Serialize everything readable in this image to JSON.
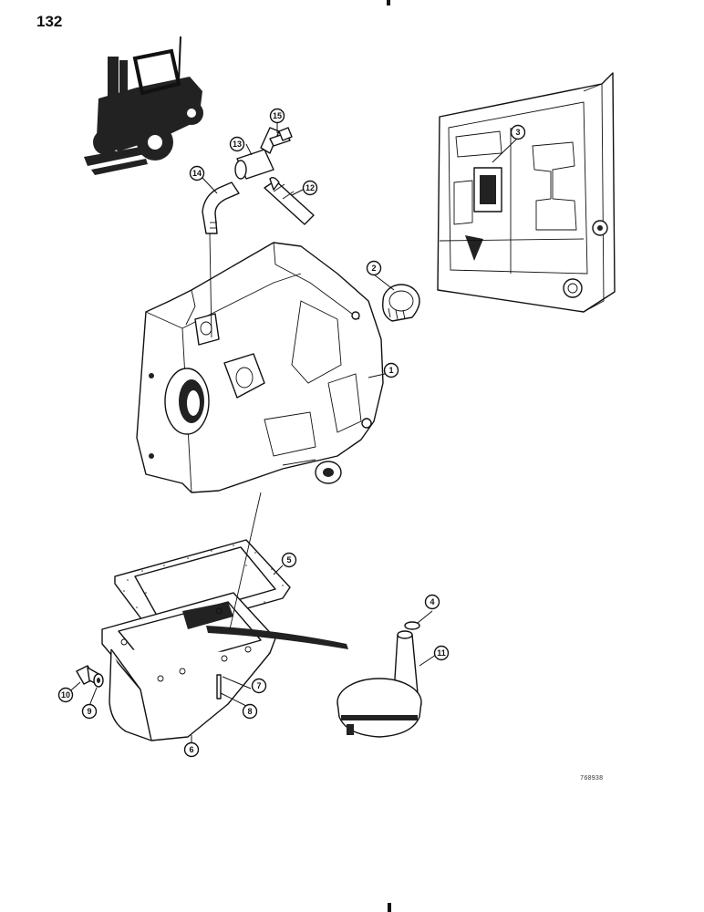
{
  "page_number": "132",
  "drawing_code": "760938",
  "icons": {
    "machine": "forklift-truck-icon"
  },
  "callouts": [
    {
      "id": "c1",
      "label": "1"
    },
    {
      "id": "c2",
      "label": "2"
    },
    {
      "id": "c3",
      "label": "3"
    },
    {
      "id": "c4",
      "label": "4"
    },
    {
      "id": "c5",
      "label": "5"
    },
    {
      "id": "c6",
      "label": "6"
    },
    {
      "id": "c7",
      "label": "7"
    },
    {
      "id": "c8",
      "label": "8"
    },
    {
      "id": "c9",
      "label": "9"
    },
    {
      "id": "c10",
      "label": "10"
    },
    {
      "id": "c11",
      "label": "11"
    },
    {
      "id": "c12",
      "label": "12"
    },
    {
      "id": "c13",
      "label": "13"
    },
    {
      "id": "c14",
      "label": "14"
    },
    {
      "id": "c15",
      "label": "15"
    }
  ]
}
